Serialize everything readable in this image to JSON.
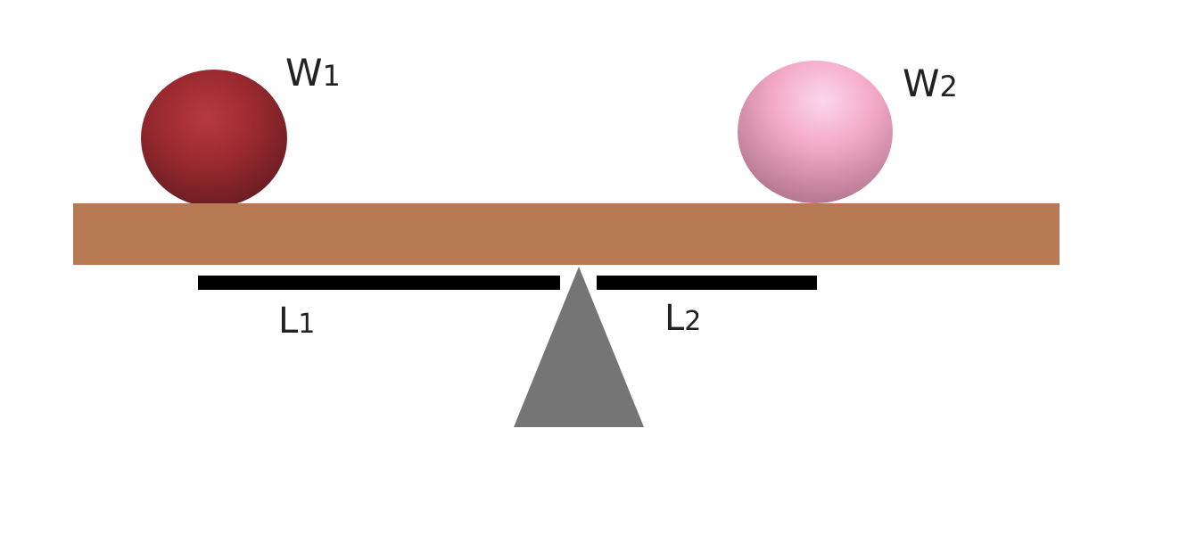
{
  "colors": {
    "background": "#ffffff",
    "lever": "#b87a55",
    "fulcrum": "#757575",
    "distance_bar": "#000000",
    "weight_1": "#9e2a30",
    "weight_2": "#f2a9c4",
    "label_text": "#222222"
  },
  "labels": {
    "w1": {
      "main": "W",
      "sub": "1"
    },
    "w2": {
      "main": "W",
      "sub": "2"
    },
    "l1": {
      "main": "L",
      "sub": "1"
    },
    "l2": {
      "main": "L",
      "sub": "2"
    }
  }
}
